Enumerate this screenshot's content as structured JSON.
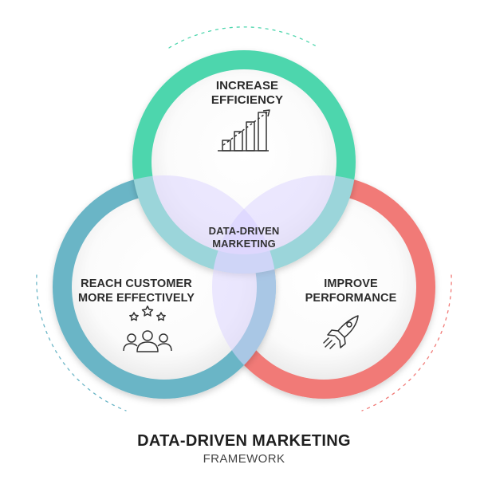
{
  "diagram": {
    "circles": [
      {
        "id": "top",
        "label_lines": [
          "INCREASE",
          "EFFICIENCY"
        ],
        "color": "#4ed6ad",
        "icon": "growth-chart-icon"
      },
      {
        "id": "left",
        "label_lines": [
          "REACH CUSTOMER",
          "MORE EFFECTIVELY"
        ],
        "color": "#6ab5c6",
        "icon": "customer-group-stars-icon"
      },
      {
        "id": "right",
        "label_lines": [
          "IMPROVE",
          "PERFORMANCE"
        ],
        "color": "#f17a77",
        "icon": "rocket-icon"
      }
    ],
    "center_label_lines": [
      "DATA-DRIVEN",
      "MARKETING"
    ],
    "overlap_color": "#e6e3fb"
  },
  "footer": {
    "title": "DATA-DRIVEN MARKETING",
    "subtitle": "FRAMEWORK"
  }
}
